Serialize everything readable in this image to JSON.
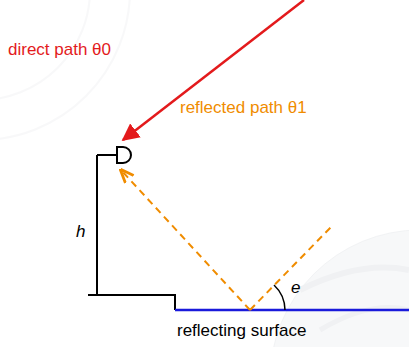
{
  "diagram": {
    "labels": [
      "direct path θ0",
      "h",
      "reflected path θ1",
      "e",
      "reflecting surface"
    ]
  }
}
